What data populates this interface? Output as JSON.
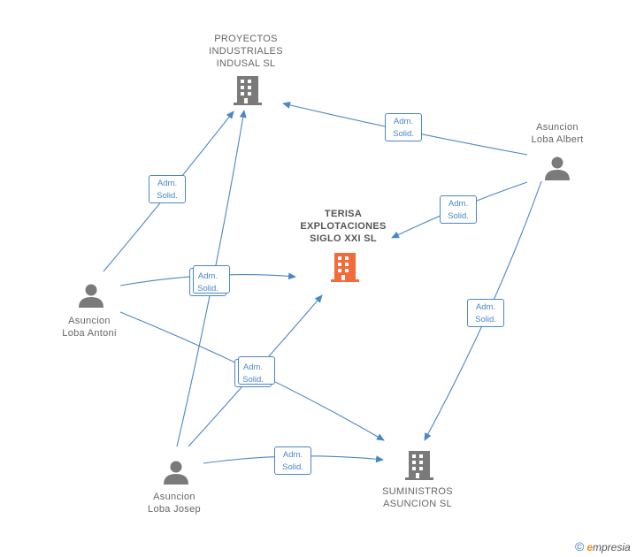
{
  "colors": {
    "edge": "#4a86c8",
    "node_gray": "#7a7a7a",
    "focus": "#f26b3a"
  },
  "nodes": {
    "proyectos": {
      "label": "PROYECTOS\nINDUSTRIALES\nINDUSAL  SL",
      "icon": "building-icon"
    },
    "terisa": {
      "label": "TERISA\nEXPLOTACIONES\nSIGLO XXI  SL",
      "icon": "building-icon"
    },
    "suministros": {
      "label": "SUMINISTROS\nASUNCION SL",
      "icon": "building-icon"
    },
    "albert": {
      "label": "Asuncion\nLoba Albert",
      "icon": "person-icon"
    },
    "antoni": {
      "label": "Asuncion\nLoba Antoni",
      "icon": "person-icon"
    },
    "josep": {
      "label": "Asuncion\nLoba Josep",
      "icon": "person-icon"
    }
  },
  "edge_label": {
    "line1": "Adm.",
    "line2": "Solid."
  },
  "brand": {
    "copyright": "©",
    "initial": "e",
    "rest": "mpresia"
  }
}
